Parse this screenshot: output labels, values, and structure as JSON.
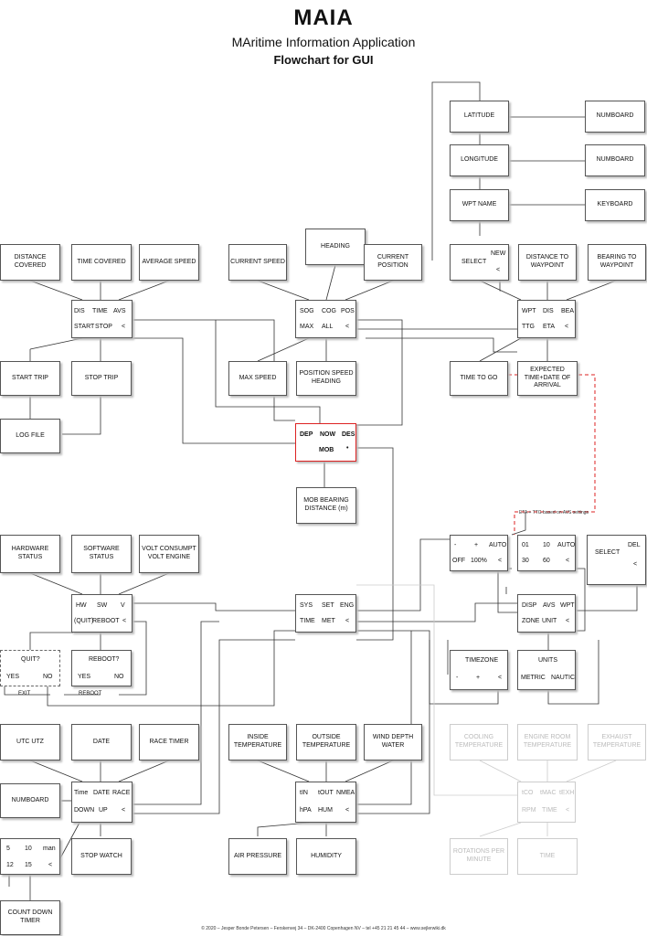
{
  "header": {
    "title": "MAIA",
    "subtitle": "MAritime Information Application",
    "flowchart": "Flowchart for GUI"
  },
  "boxes": {
    "latitude": "LATITUDE",
    "numboard_lat": "NUMBOARD",
    "longitude": "LONGITUDE",
    "numboard_lon": "NUMBOARD",
    "wpt_name": "WPT NAME",
    "keyboard": "KEYBOARD",
    "distance_covered": "DISTANCE COVERED",
    "time_covered": "TIME COVERED",
    "average_speed": "AVERAGE SPEED",
    "current_speed": "CURRENT SPEED",
    "heading": "HEADING",
    "current_position": "CURRENT POSITION",
    "distance_to_waypoint": "DISTANCE TO WAYPOINT",
    "bearing_to_waypoint": "BEARING TO WAYPOINT",
    "start_trip": "START TRIP",
    "stop_trip": "STOP TRIP",
    "max_speed": "MAX SPEED",
    "pos_speed_heading": "POSITION SPEED HEADING",
    "time_to_go": "TIME TO GO",
    "expected_time": "EXPECTED TIME+DATE OF ARRIVAL",
    "log_file": "LOG FILE",
    "mob_bearing": "MOB BEARING DISTANCE (m)",
    "hardware_status": "HARDWARE STATUS",
    "software_status": "SOFTWARE STATUS",
    "volt": "VOLT CONSUMPT VOLT ENGINE",
    "utc": "UTC UTZ",
    "date": "DATE",
    "race_timer": "RACE TIMER",
    "inside_temp": "INSIDE TEMPERATURE",
    "outside_temp": "OUTSIDE TEMPERATURE",
    "wind_depth": "WIND DEPTH WATER",
    "cooling_temp": "COOLING TEMPERATURE",
    "engine_room_temp": "ENGINE ROOM TEMPERATURE",
    "exhaust_temp": "EXHAUST TEMPERATURE",
    "numboard_race": "NUMBOARD",
    "stop_watch": "STOP WATCH",
    "air_pressure": "AIR PRESSURE",
    "humidity": "HUMIDITY",
    "rotations": "ROTATIONS PER MINUTE",
    "time_engine": "TIME",
    "countdown": "COUNT DOWN TIMER"
  },
  "menus": {
    "select_new": [
      "SELECT",
      "NEW",
      "<"
    ],
    "trip": [
      "DIS",
      "TIME",
      "AVS",
      "START",
      "STOP",
      "<"
    ],
    "speed": [
      "SOG",
      "COG",
      "POS",
      "MAX",
      "ALL",
      "<"
    ],
    "waypoint": [
      "WPT",
      "DIS",
      "BEA",
      "TTG",
      "ETA",
      "<"
    ],
    "main": [
      "DEP",
      "NOW",
      "DES",
      "MOB",
      "•"
    ],
    "brightness": [
      "-",
      "+",
      "AUTO",
      "OFF",
      "100%",
      "<"
    ],
    "zoom": [
      "01",
      "10",
      "AUTO",
      "30",
      "60",
      "<"
    ],
    "select_del": [
      "SELECT",
      "DEL",
      "<"
    ],
    "hw": [
      "HW",
      "SW",
      "V",
      "(QUIT)",
      "REBOOT",
      "<"
    ],
    "sys": [
      "SYS",
      "SET",
      "ENG",
      "TIME",
      "MET",
      "<"
    ],
    "disp": [
      "DISP",
      "AVS",
      "WPT",
      "ZONE",
      "UNIT",
      "<"
    ],
    "quit": [
      "QUIT?",
      "YES",
      "NO"
    ],
    "reboot": [
      "REBOOT?",
      "YES",
      "NO"
    ],
    "timezone": [
      "TIMEZONE",
      "-",
      "+",
      "<"
    ],
    "units": [
      "UNITS",
      "METRIC",
      "NAUTIC"
    ],
    "timemenu": [
      "Time",
      "DATE",
      "RACE",
      "DOWN",
      "UP",
      "<"
    ],
    "met": [
      "tIN",
      "tOUT",
      "NMEA",
      "hPA",
      "HUM",
      "<"
    ],
    "eng": [
      "tCO",
      "tMAC",
      "tEXH",
      "RPM",
      "TIME",
      "<"
    ],
    "countdown": [
      "5",
      "10",
      "man",
      "12",
      "15",
      "<"
    ]
  },
  "labels": {
    "exit": "EXIT",
    "reboot": "REBOOT",
    "eta_note": "ETA + TTG based on AVS settings"
  },
  "footer": "© 2020 – Jesper Bonde Petersen – Ferskenvej 34 – DK-2400 Copenhagen NV – tel +45 21 21 45 44 – www.sejlerwiki.dk",
  "colors": {
    "line": "#333333",
    "ghost": "#cccccc",
    "accent_red": "#dd2222"
  }
}
